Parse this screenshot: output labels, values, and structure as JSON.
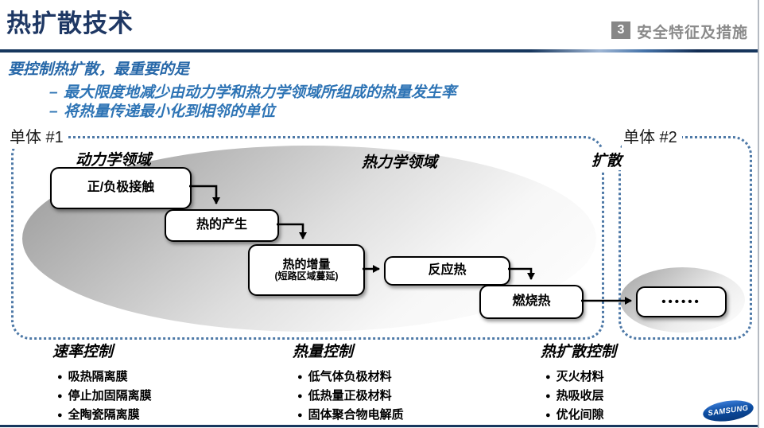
{
  "header": {
    "title": "热扩散技术",
    "section_number": "3",
    "section_label": "安全特征及措施"
  },
  "intro": {
    "lead": "要控制热扩散，最重要的是",
    "bullets": [
      "最大限度地减少由动力学和热力学领域所组成的热量发生率",
      "将热量传递最小化到相邻的单位"
    ]
  },
  "diagram": {
    "cell1_label": "单体 #1",
    "cell2_label": "单体 #2",
    "domain_labels": {
      "kinetic": "动力学领域",
      "thermo": "热力学领域",
      "diffusion": "扩散"
    },
    "flow": [
      {
        "label": "正/负极接触"
      },
      {
        "label": "热的产生"
      },
      {
        "label": "热的增量",
        "sub": "(短路区域蔓延)"
      },
      {
        "label": "反应热"
      },
      {
        "label": "燃烧热"
      },
      {
        "label": "••••••"
      }
    ]
  },
  "controls": [
    {
      "title": "速率控制",
      "items": [
        "吸热隔离膜",
        "停止加固隔离膜",
        "全陶瓷隔离膜"
      ]
    },
    {
      "title": "热量控制",
      "items": [
        "低气体负极材料",
        "低热量正极材料",
        "固体聚合物电解质"
      ]
    },
    {
      "title": "热扩散控制",
      "items": [
        "灭火材料",
        "热吸收层",
        "优化间隙"
      ]
    }
  ],
  "footer": {
    "logo_text": "SAMSUNG"
  },
  "glyphs": {
    "dash": "–",
    "bullet": "●"
  },
  "colors": {
    "navy": "#1F3864",
    "intro_blue": "#2E74B5",
    "badge_gray": "#878787",
    "dotted_border": "#4e79a7",
    "samsung_blue": "#0c4da2"
  }
}
